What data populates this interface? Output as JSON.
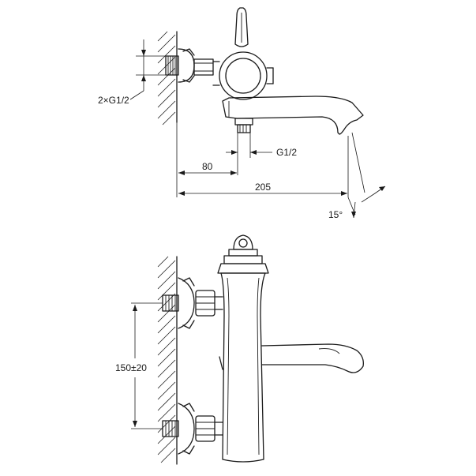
{
  "dimensions": {
    "inlet_thread": "2×G1/2",
    "outlet_thread": "G1/2",
    "wall_to_outlet": "80",
    "wall_to_spout": "205",
    "spout_angle": "15°",
    "inlet_spacing": "150±20"
  }
}
